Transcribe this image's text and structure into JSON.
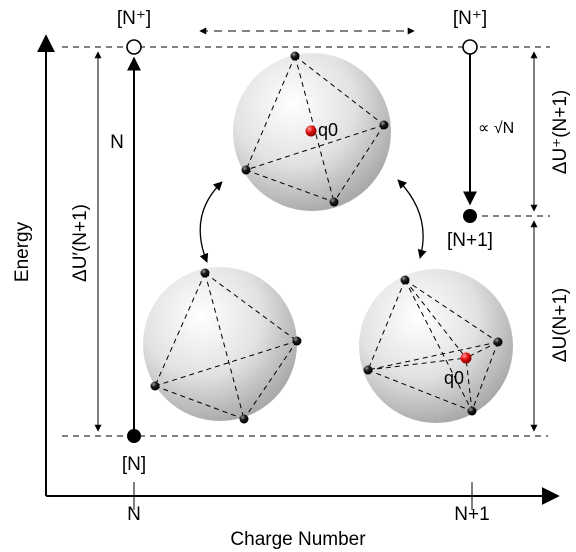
{
  "axes": {
    "x_label": "Charge Number",
    "y_label": "Energy",
    "x_ticks": [
      "N",
      "N+1"
    ]
  },
  "states": {
    "top_left": "[N⁺]",
    "top_right": "[N⁺]",
    "bottom_left": "[N]",
    "mid_right": "[N+1]"
  },
  "arrows": {
    "left_vertical": "N",
    "right_vertical": "∝ √N",
    "delta_u_prime": "ΔU′(N+1)",
    "delta_u_plus": "ΔU⁺(N+1)",
    "delta_u": "ΔU(N+1)"
  },
  "charges": {
    "top_sphere": "q0",
    "right_sphere": "q0"
  },
  "colors": {
    "charge": "#e01010",
    "particle": "#111111",
    "sphere": "#d8d8d8"
  }
}
